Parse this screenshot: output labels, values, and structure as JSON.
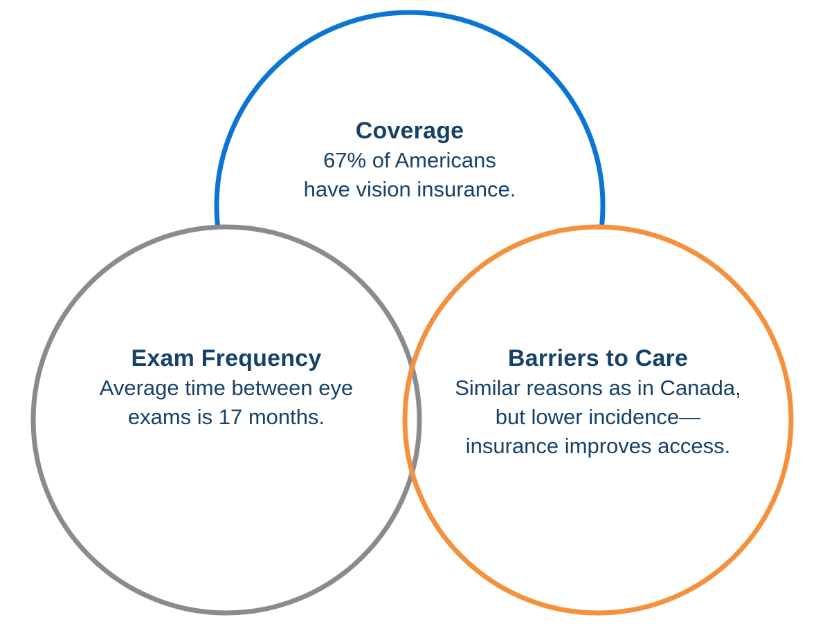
{
  "diagram": {
    "background": "#ffffff",
    "text_color": "#164169",
    "circle_fill": "#ffffff",
    "circles": [
      {
        "name": "coverage",
        "title": "Coverage",
        "lines": [
          "67% of Americans",
          "have vision insurance."
        ],
        "color": "#0b75d6"
      },
      {
        "name": "exam-frequency",
        "title": "Exam Frequency",
        "lines": [
          "Average time between eye",
          "exams is 17 months."
        ],
        "color": "#8a8b8d"
      },
      {
        "name": "barriers-to-care",
        "title": "Barriers to Care",
        "lines": [
          "Similar reasons as in Canada,",
          "but lower incidence—",
          "insurance improves access."
        ],
        "color": "#f5913d"
      }
    ]
  }
}
